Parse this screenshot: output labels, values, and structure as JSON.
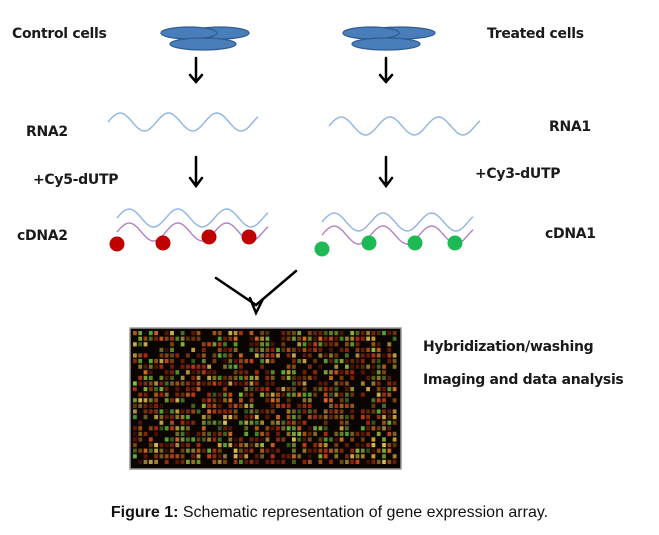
{
  "control": {
    "cells_label": "Control cells",
    "rna_label": "RNA2",
    "dye_label": "+Cy5-dUTP",
    "cdna_label": "cDNA2",
    "dot_color": "#c00000",
    "dot_count": 4
  },
  "treated": {
    "cells_label": "Treated cells",
    "rna_label": "RNA1",
    "dye_label": "+Cy3-dUTP",
    "cdna_label": "cDNA1",
    "dot_color": "#1db954",
    "dot_count": 4
  },
  "colors": {
    "cell_fill": "#4a7ebb",
    "cell_stroke": "#2f5b8f",
    "rna_strand": "#8eb4e3",
    "cdna_strand": "#b37fc7",
    "arrow": "#000000",
    "array_bg": "#0a0502"
  },
  "array": {
    "steps": [
      "Hybridization/washing",
      "Imaging and data analysis"
    ]
  },
  "caption": {
    "prefix": "Figure 1:",
    "text": " Schematic representation of gene expression array."
  }
}
